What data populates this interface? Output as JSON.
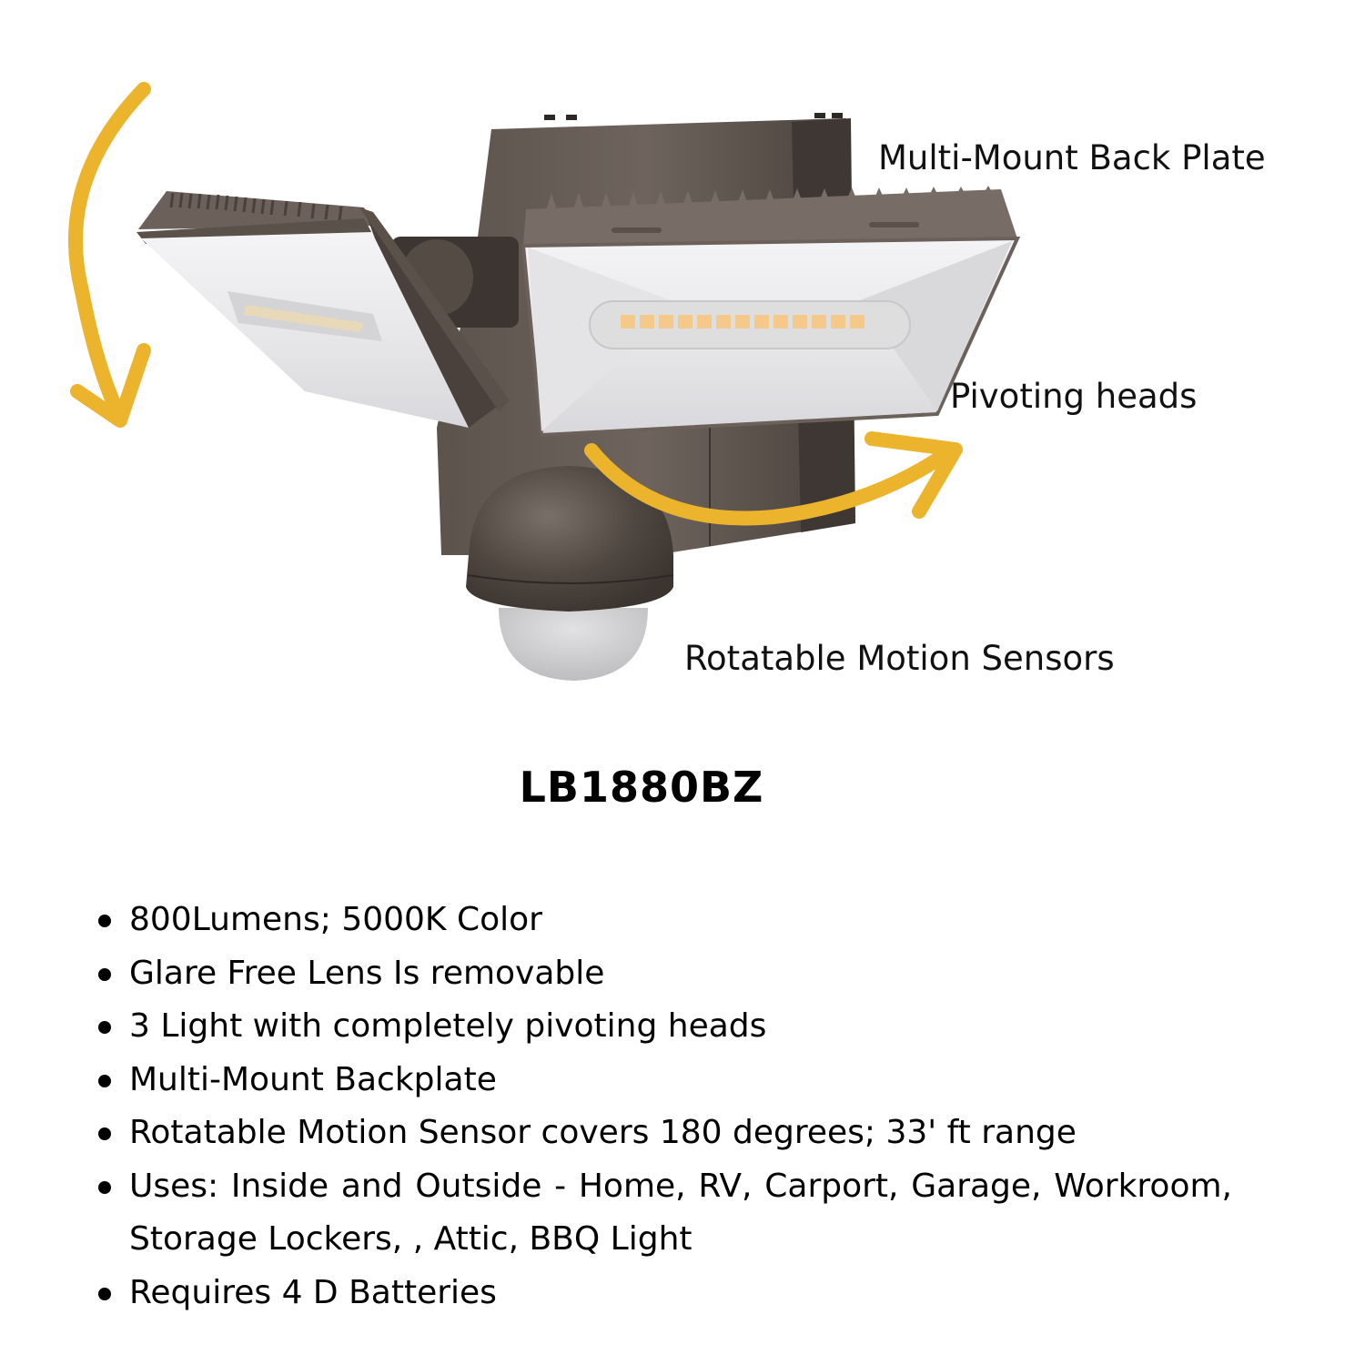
{
  "product": {
    "model": "LB1880BZ",
    "callouts": {
      "backplate": "Multi-Mount Back Plate",
      "heads": "Pivoting heads",
      "sensors": "Rotatable Motion Sensors"
    },
    "colors": {
      "arrow": "#ECB42C",
      "housing": "#4A413C",
      "housing_light": "#7C7169",
      "lens": "#EFEFF1",
      "led": "#F4C98A"
    }
  },
  "features": [
    "800Lumens; 5000K Color",
    "Glare Free Lens Is removable",
    "3 Light with completely pivoting heads",
    "Multi-Mount Backplate",
    "Rotatable Motion Sensor covers 180 degrees; 33' ft range",
    "Uses: Inside and Outside - Home, RV, Carport, Garage, Workroom, Storage Lockers, , Attic, BBQ Light",
    "Requires 4 D Batteries"
  ]
}
